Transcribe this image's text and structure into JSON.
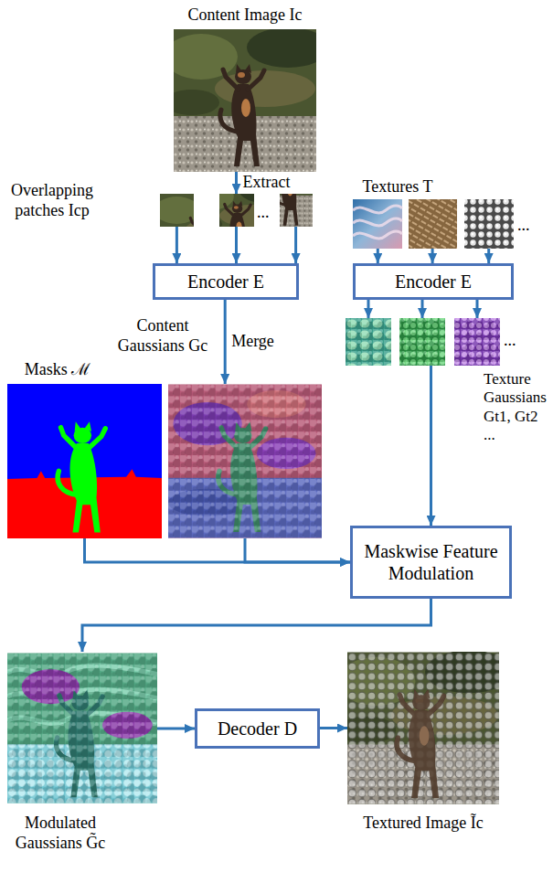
{
  "diagram": {
    "nodes": [
      {
        "text": [
          "Content Image Ic"
        ]
      },
      {
        "text": [
          "Overlapping patches Icp"
        ]
      },
      {
        "text": [
          "Textures T"
        ]
      },
      {
        "text": [
          "Encoder E"
        ]
      },
      {
        "text": [
          "Encoder E"
        ]
      },
      {
        "text": [
          "Masks ℳ"
        ]
      },
      {
        "text": [
          "Content Gaussians Gc"
        ]
      },
      {
        "text": [
          "Texture Gaussians Gt1, Gt2 ..."
        ]
      },
      {
        "text": [
          "Maskwise Feature Modulation"
        ]
      },
      {
        "text": [
          "Modulated Gaussians G̃c"
        ]
      },
      {
        "text": [
          "Decoder D"
        ]
      },
      {
        "text": [
          "Textured Image Ĩc"
        ]
      }
    ],
    "edges": [
      {
        "from": 0,
        "to": 1,
        "arrow": "to",
        "label": "Extract"
      },
      {
        "from": 1,
        "to": 3,
        "arrow": "to"
      },
      {
        "from": 2,
        "to": 4,
        "arrow": "to"
      },
      {
        "from": 3,
        "to": 6,
        "arrow": "to",
        "label": "Merge"
      },
      {
        "from": 4,
        "to": 7,
        "arrow": "to"
      },
      {
        "from": 5,
        "to": 8,
        "arrow": "to"
      },
      {
        "from": 6,
        "to": 8,
        "arrow": "to"
      },
      {
        "from": 7,
        "to": 8,
        "arrow": "to"
      },
      {
        "from": 8,
        "to": 9,
        "arrow": "to"
      },
      {
        "from": 9,
        "to": 10,
        "arrow": "to"
      },
      {
        "from": 10,
        "to": 11,
        "arrow": "to"
      }
    ],
    "labels": [
      "...",
      "...",
      "..."
    ]
  }
}
